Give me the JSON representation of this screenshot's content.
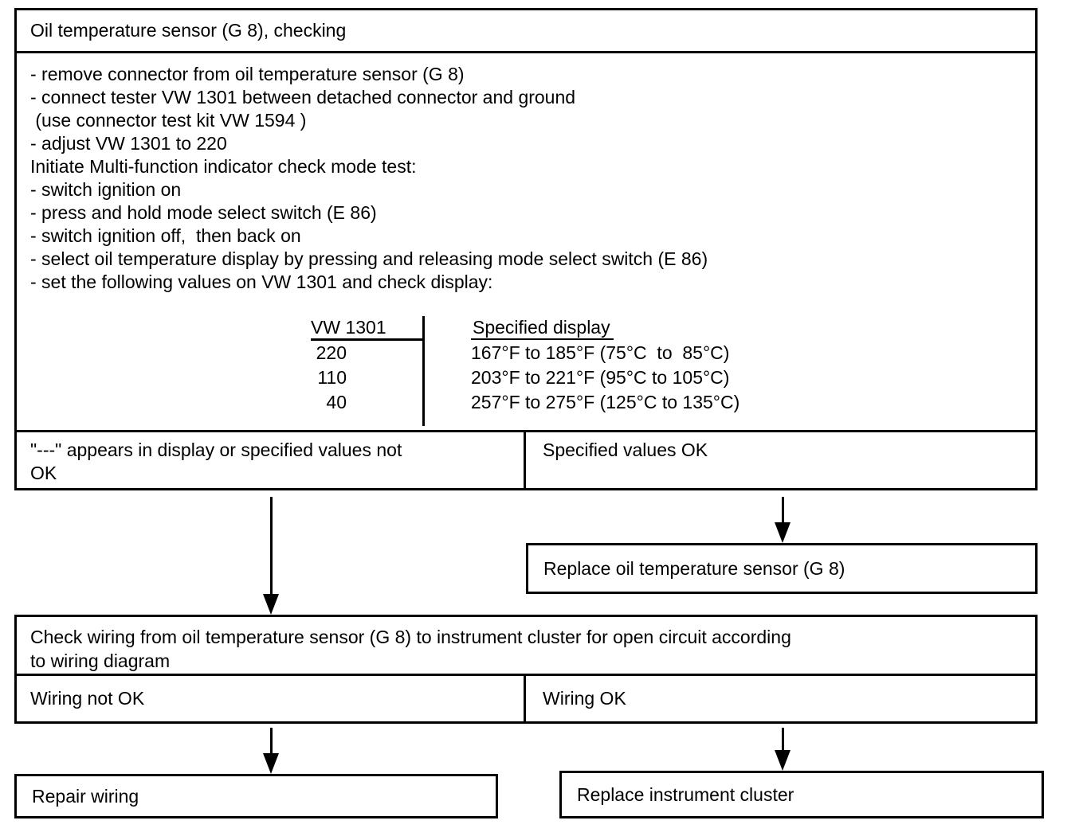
{
  "flowchart": {
    "title": "Oil temperature sensor (G 8), checking",
    "procedure_lines": [
      "- remove connector from oil temperature sensor (G 8)",
      "- connect tester VW 1301 between detached connector and ground",
      " (use connector test kit VW 1594 )",
      "- adjust VW 1301 to 220",
      "Initiate Multi-function indicator check mode test:",
      "- switch ignition on",
      "- press and hold mode select switch (E 86)",
      "- switch ignition off,  then back on",
      "- select oil temperature display by pressing and releasing mode select switch (E 86)",
      "- set the following values on VW 1301 and check display:"
    ],
    "spec_table": {
      "col1_header": "VW 1301",
      "col2_header": "Specified display",
      "rows": [
        {
          "vw1301": "220",
          "display": "167°F to 185°F (75°C  to  85°C)"
        },
        {
          "vw1301": "110",
          "display": "203°F to 221°F (95°C to 105°C)"
        },
        {
          "vw1301": "40",
          "display": "257°F to 275°F (125°C to 135°C)"
        }
      ]
    },
    "outcome_fail": "\"---\" appears in display or specified values not OK",
    "outcome_pass": "Specified values OK",
    "action_replace_sensor": "Replace oil temperature sensor (G 8)",
    "check_wiring": "Check wiring from oil temperature sensor (G 8) to instrument cluster for open circuit according to wiring diagram",
    "wiring_fail": "Wiring not OK",
    "wiring_pass": "Wiring OK",
    "action_repair_wiring": "Repair wiring",
    "action_replace_cluster": "Replace instrument cluster"
  },
  "colors": {
    "ink": "#000000",
    "paper": "#ffffff"
  }
}
